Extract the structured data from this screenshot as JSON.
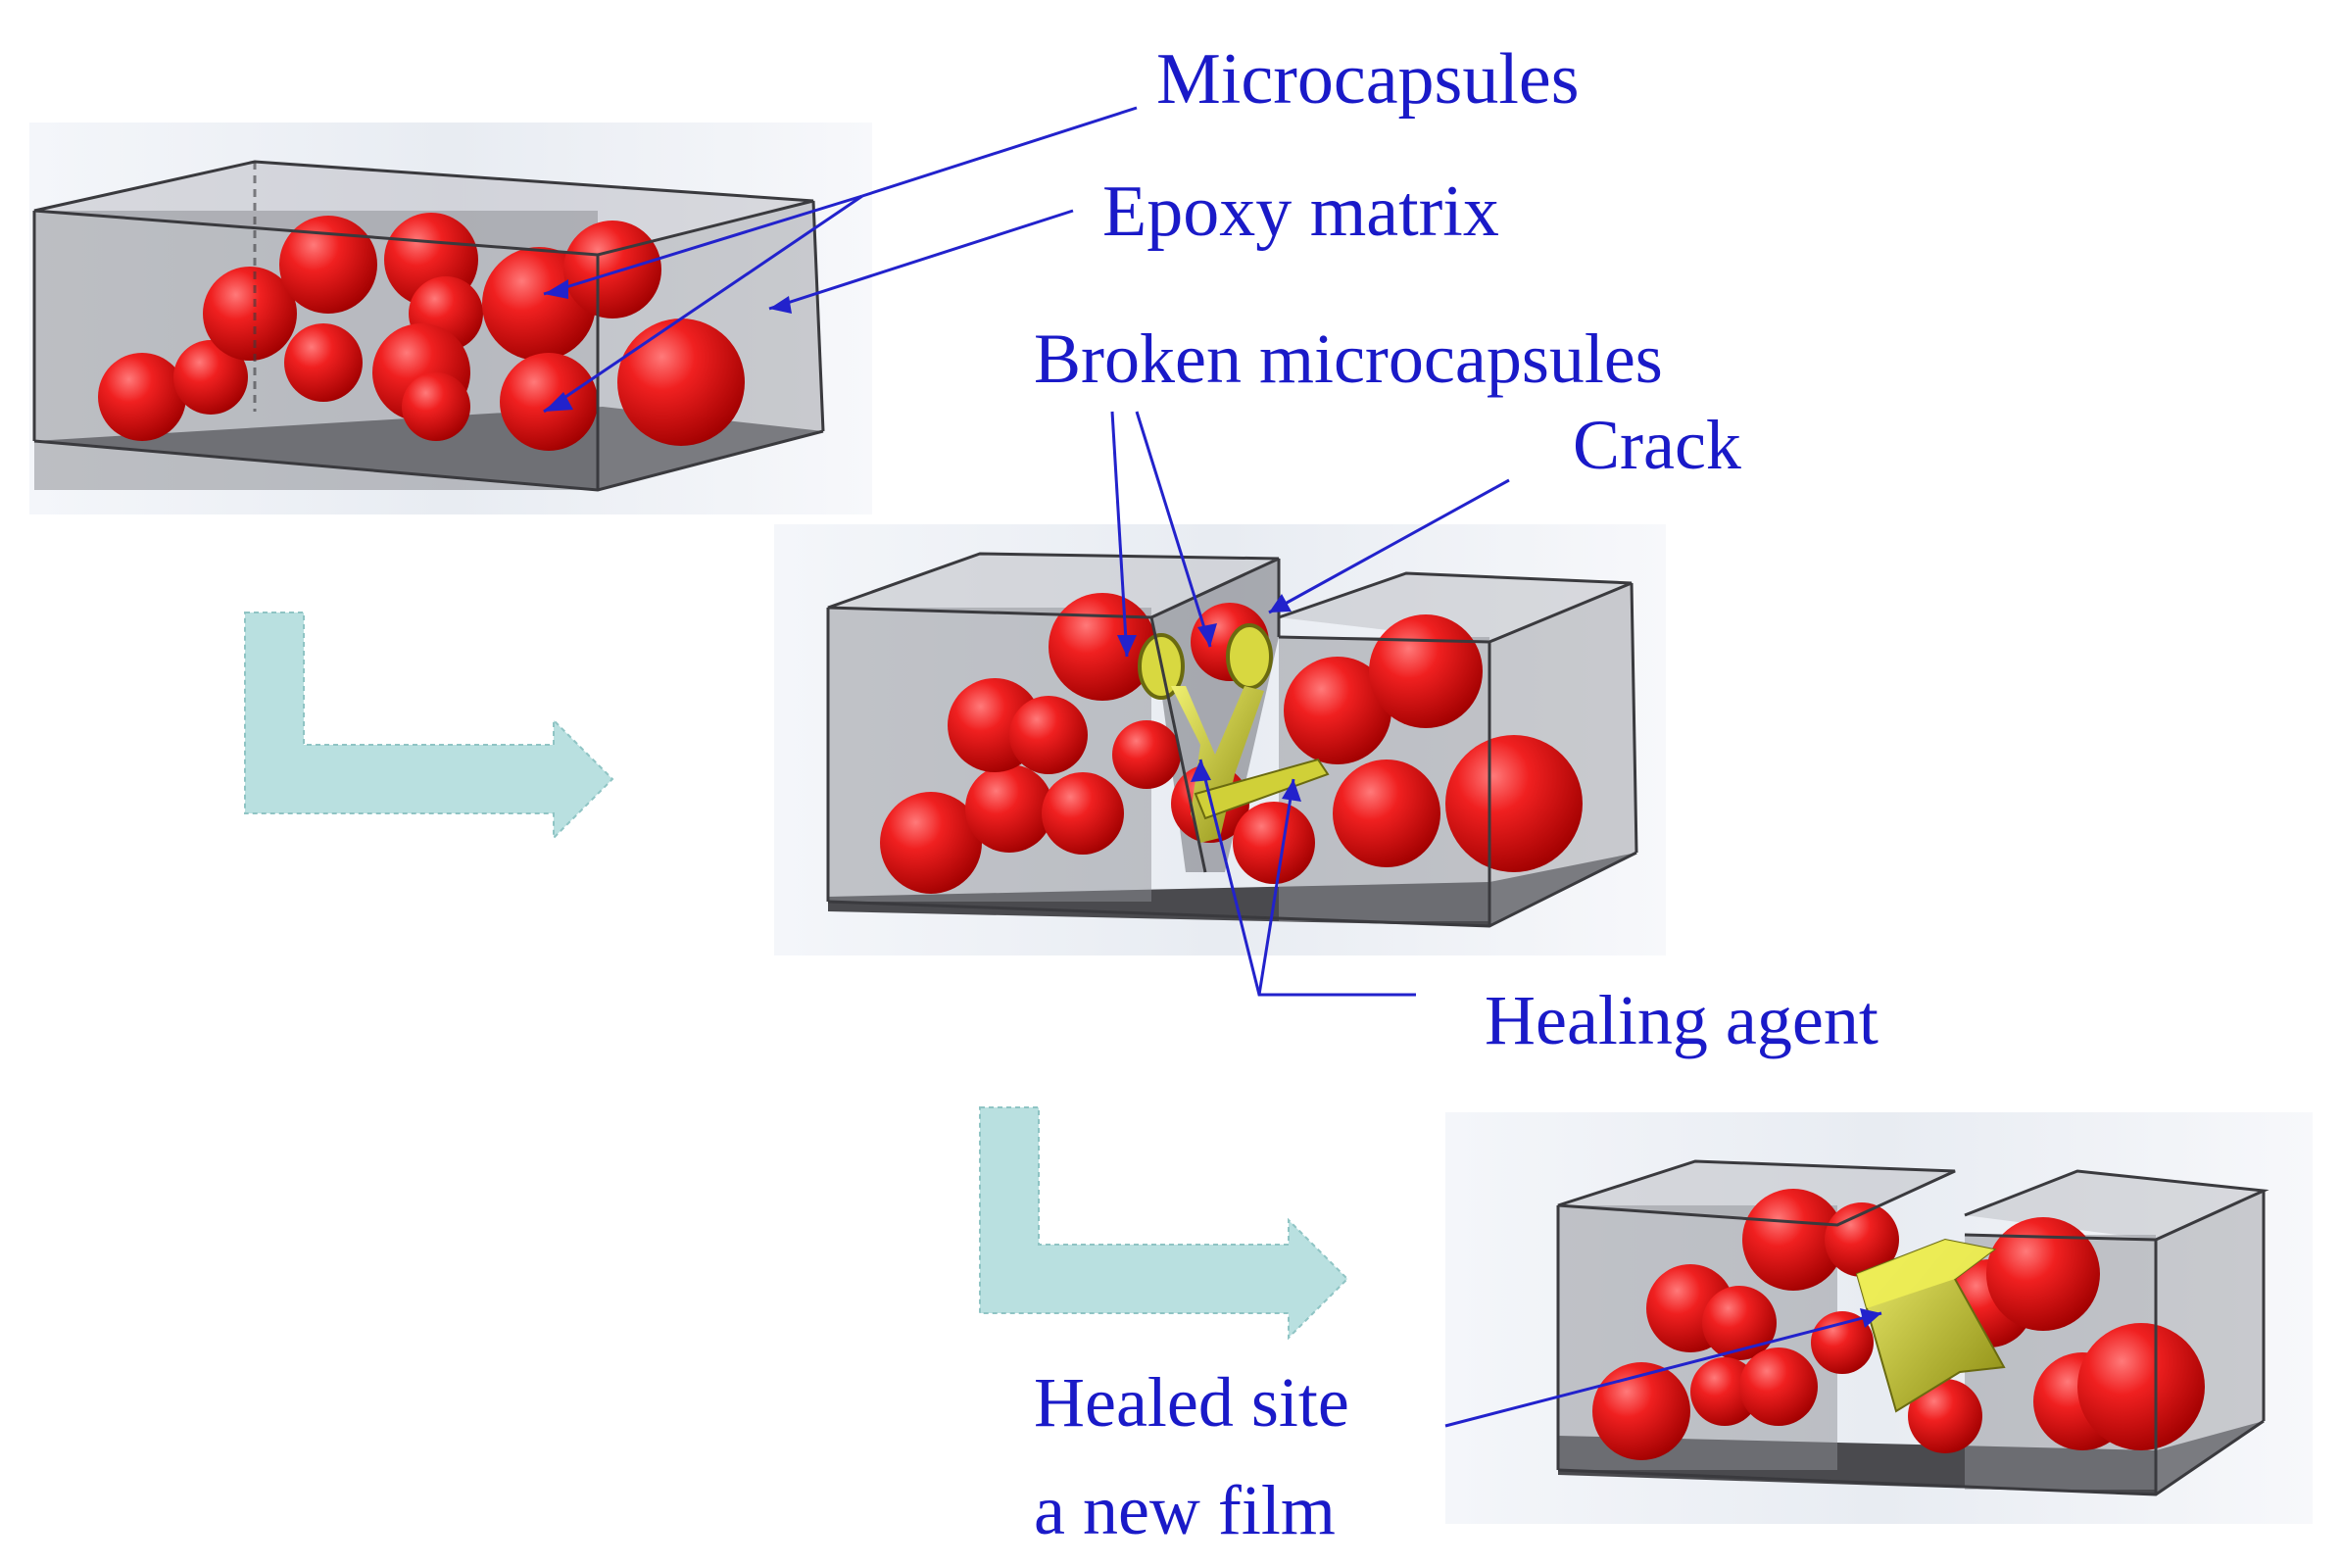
{
  "labels": {
    "microcapsules": "Microcapsules",
    "epoxy_matrix": "Epoxy matrix",
    "broken_microcapsules": "Broken microcapsules",
    "crack": "Crack",
    "healing_agent": "Healing agent",
    "healed_site_line1": "Healed site",
    "healed_site_line2": "a new film"
  },
  "colors": {
    "label": "#1a1ac8",
    "capsule": "#e01010",
    "healing_agent": "#b8b820",
    "matrix": "#9a9aa0",
    "stage_arrow": "#b9e0e0"
  }
}
